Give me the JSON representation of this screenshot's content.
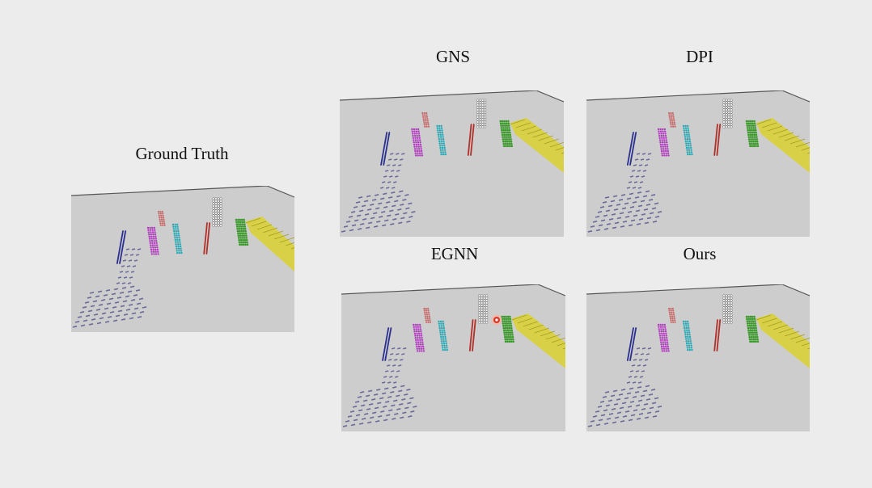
{
  "panels": {
    "ground_truth": {
      "title": "Ground Truth"
    },
    "gns": {
      "title": "GNS"
    },
    "dpi": {
      "title": "DPI"
    },
    "egnn": {
      "title": "EGNN"
    },
    "ours": {
      "title": "Ours"
    }
  },
  "colors": {
    "background": "#ececec",
    "floor": "#cdcdcd",
    "wall_edge": "#555555",
    "blue": "#2a2f8f",
    "magenta": "#b23bc0",
    "cyan": "#27a9b6",
    "red": "#b0302a",
    "pink": "#c96a6a",
    "white": "#f2f2f2",
    "green": "#3c9a2c",
    "yellow": "#d9d23a",
    "floor_pattern": "#6a6a9a",
    "cursor": "#d63a2a"
  }
}
